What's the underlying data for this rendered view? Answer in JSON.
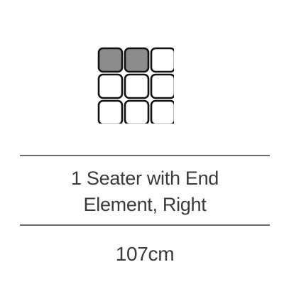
{
  "product": {
    "name_line_1": "1 Seater with End",
    "name_line_2": "Element, Right",
    "size": "107cm"
  },
  "icon": {
    "name": "sofa-module-grid-icon",
    "filled_color": "#8c8c8c",
    "empty_color": "#ffffff",
    "stroke_color": "#111111",
    "cells": [
      [
        true,
        true,
        false
      ],
      [
        false,
        false,
        false
      ],
      [
        false,
        false,
        false
      ]
    ]
  },
  "colors": {
    "divider": "#6b6b6b",
    "text": "#3a3a3a"
  }
}
